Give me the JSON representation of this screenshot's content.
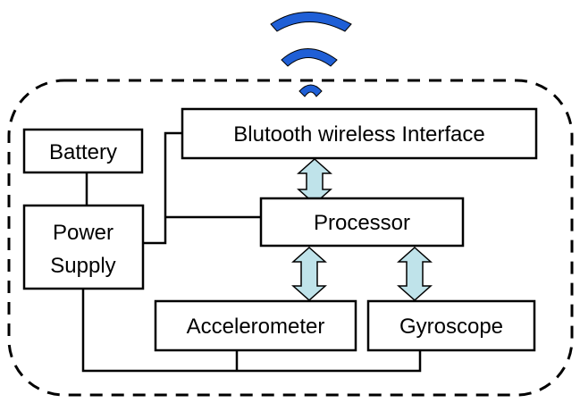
{
  "colors": {
    "signal_arc": "#1f5fd6",
    "arrow_fill": "#bfe3ea",
    "box_stroke": "#000000"
  },
  "icons": [
    "wireless-signal-icon"
  ],
  "blocks": {
    "bluetooth": "Blutooth wireless Interface",
    "battery": "Battery",
    "power_line1": "Power",
    "power_line2": "Supply",
    "processor": "Processor",
    "accelerometer": "Accelerometer",
    "gyroscope": "Gyroscope"
  }
}
